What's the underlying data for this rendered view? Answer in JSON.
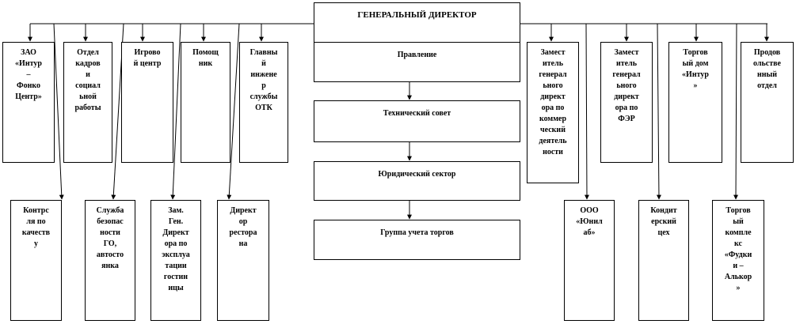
{
  "top": {
    "title": "ГЕНЕРАЛЬНЫЙ  ДИРЕКТОР"
  },
  "upper_left": [
    {
      "label": "ЗАО\n«Интур\n–\nФонко\nЦентр»"
    },
    {
      "label": "Отдел\nкадров\nи\nсоциал\nьной\nработы"
    },
    {
      "label": "Игрово\nй центр"
    },
    {
      "label": "Помощ\nник"
    },
    {
      "label": "Главны\nй\nинжене\nр\nслужбы\nОТК"
    }
  ],
  "center_chain": [
    {
      "label": "Правление"
    },
    {
      "label": "Технический  совет"
    },
    {
      "label": "Юридический сектор"
    },
    {
      "label": "Группа учета торгов"
    }
  ],
  "upper_right": [
    {
      "label": "Замест\nитель\nгенерал\nьного\nдирект\nора по\nкоммер\nческий\nдеятель\nности"
    },
    {
      "label": "Замест\nитель\nгенерал\nьного\nдирект\nора по\nФЭР"
    },
    {
      "label": "Торгов\nый дом\n«Интур\n»"
    },
    {
      "label": "Продов\nольстве\nнный\nотдел"
    }
  ],
  "lower_left": [
    {
      "label": "Контрс\nля по\nкачеств\nу"
    },
    {
      "label": "Служба\nбезопас\nности\nГО,\nавтосто\nянка"
    },
    {
      "label": "Зам.\nГен.\nДирект\nора по\nэксплуа\nтации\nгостин\nицы"
    },
    {
      "label": "Директ\nор\nрестора\nна"
    }
  ],
  "lower_right": [
    {
      "label": "ООО\n«Юнил\naб»"
    },
    {
      "label": "Кондит\nерский\nцех"
    },
    {
      "label": "Торгов\nый\nкомплe\nкс\n«Фудки\nи –\nАлькор\n»"
    }
  ]
}
